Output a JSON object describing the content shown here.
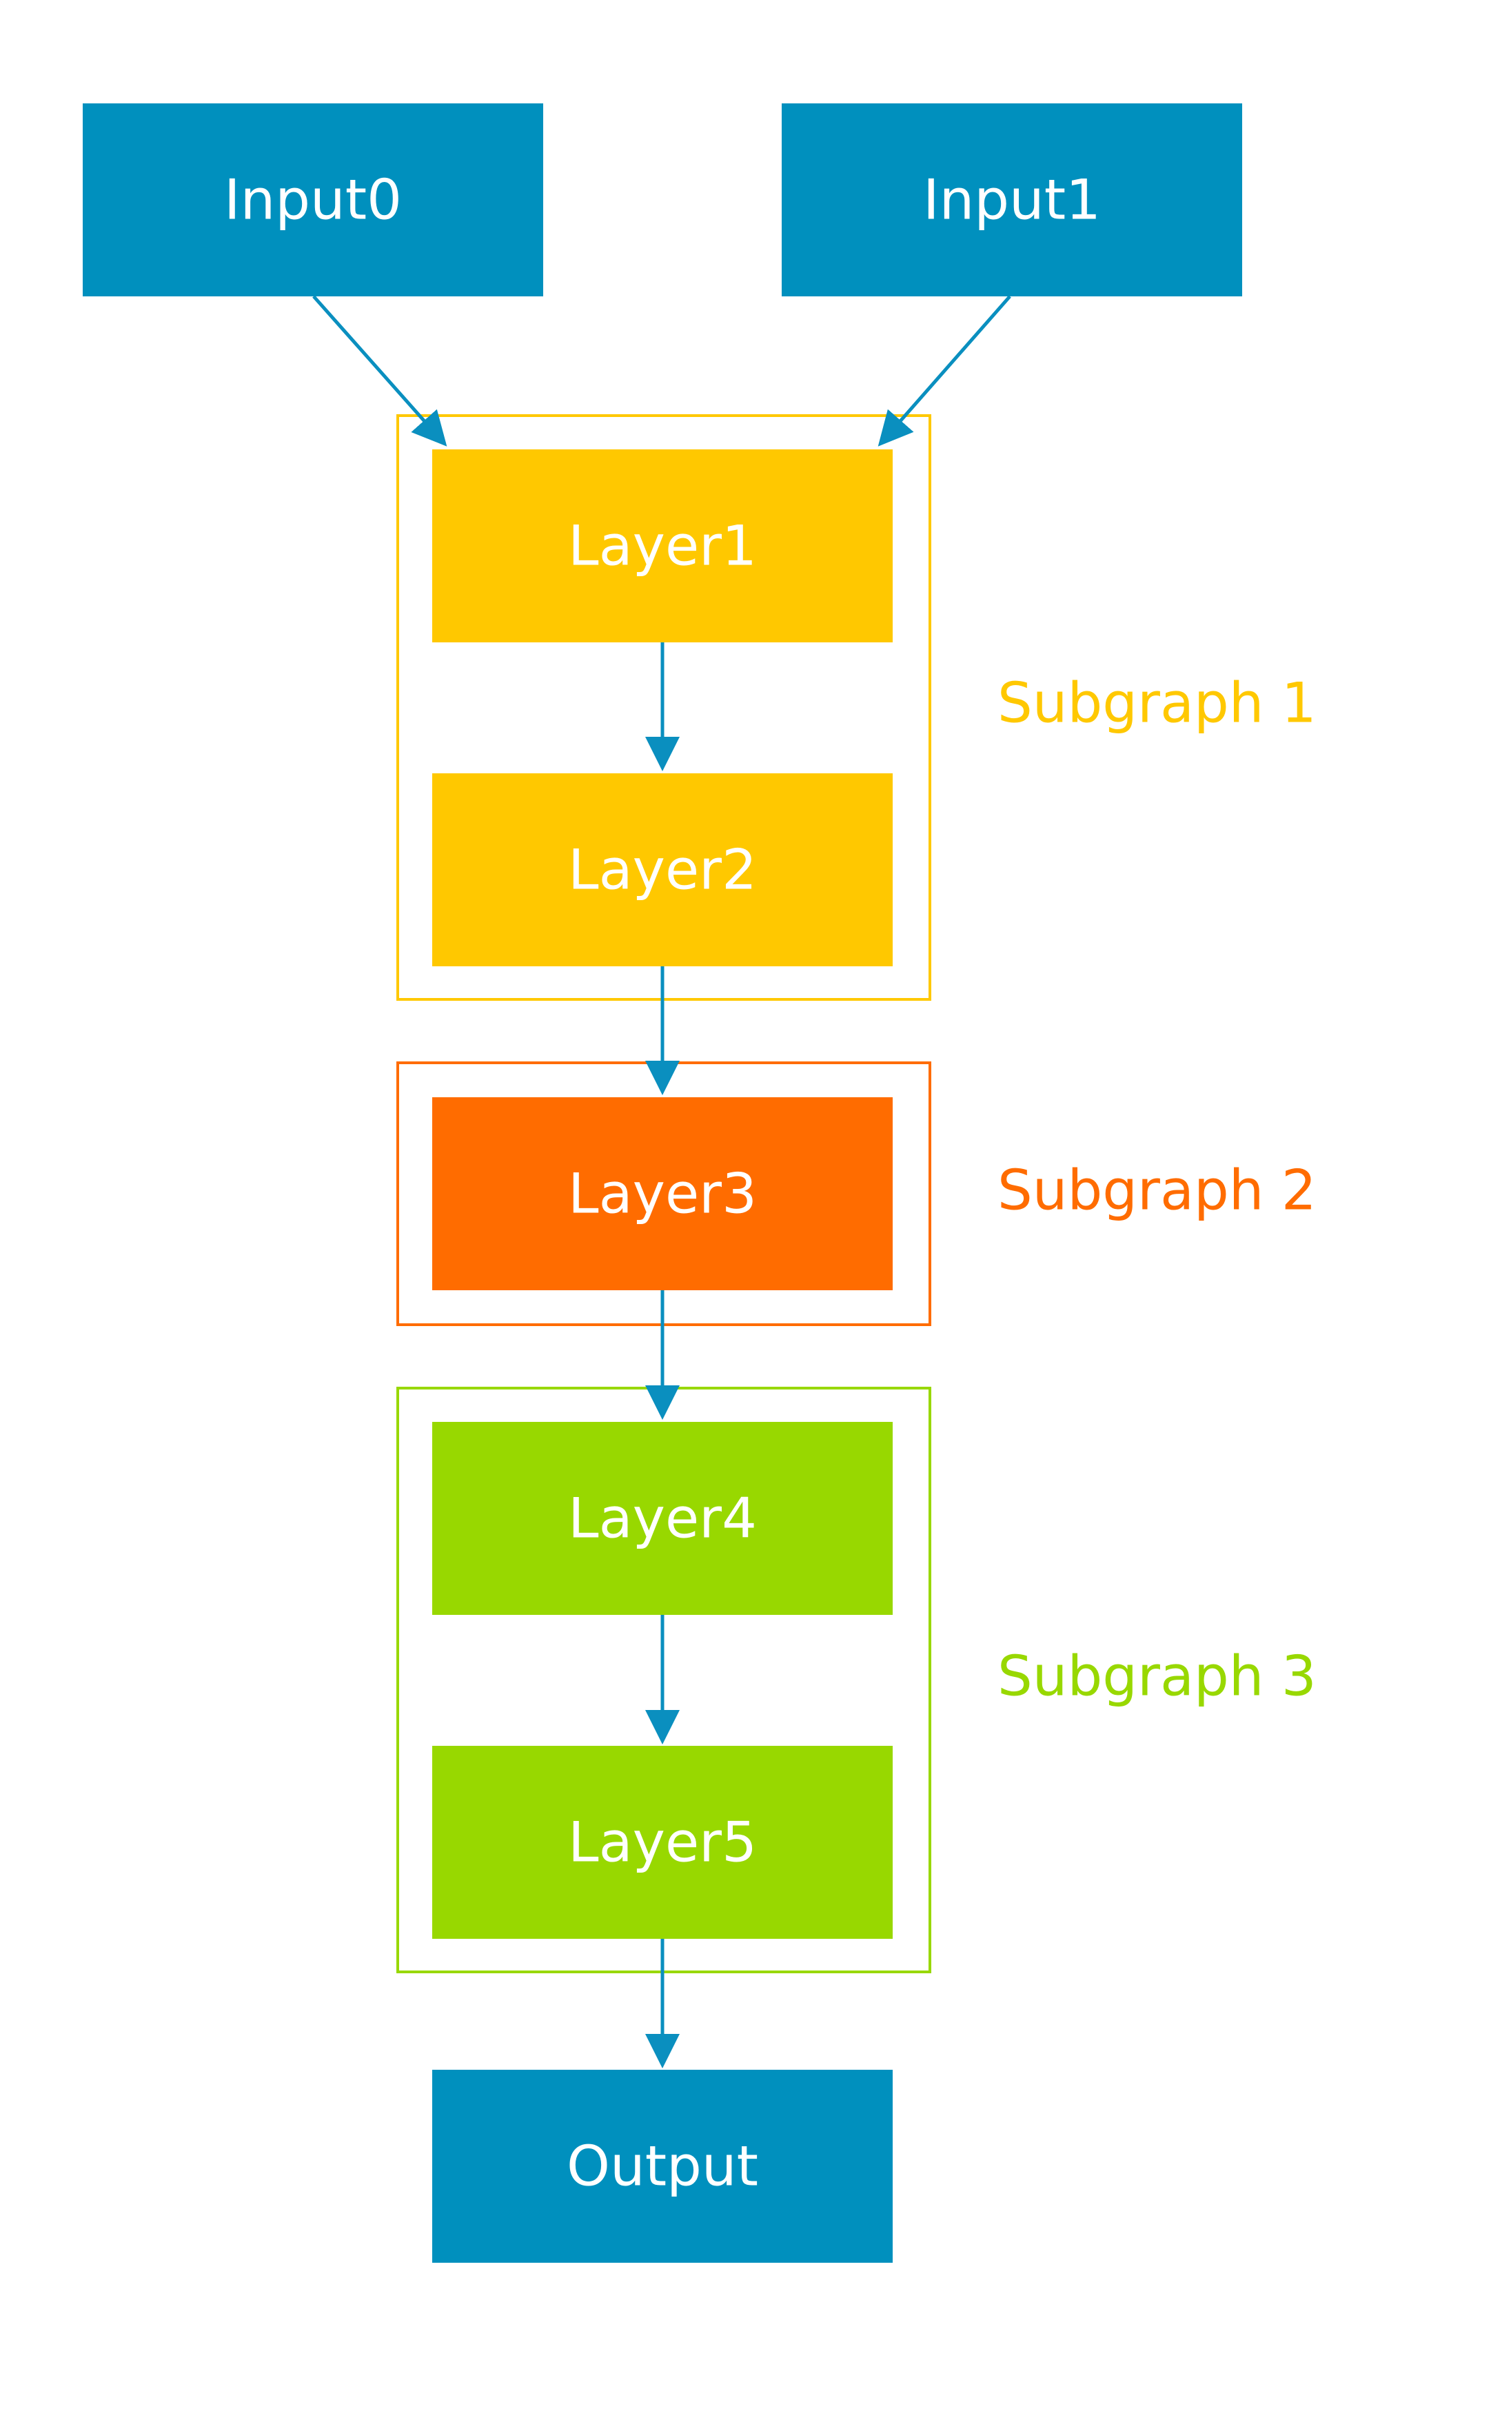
{
  "colors": {
    "io": "#0090be",
    "subgraph1": "#ffc800",
    "subgraph2": "#ff6c00",
    "subgraph3": "#98d800",
    "edge": "#0a8fbf",
    "background": "#ffffff",
    "text": "#ffffff"
  },
  "nodes": {
    "input0": "Input0",
    "input1": "Input1",
    "layer1": "Layer1",
    "layer2": "Layer2",
    "layer3": "Layer3",
    "layer4": "Layer4",
    "layer5": "Layer5",
    "output": "Output"
  },
  "subgraphs": {
    "subgraph1": "Subgraph 1",
    "subgraph2": "Subgraph 2",
    "subgraph3": "Subgraph 3"
  },
  "edges": [
    {
      "from": "input0",
      "to": "layer1"
    },
    {
      "from": "input1",
      "to": "layer1"
    },
    {
      "from": "layer1",
      "to": "layer2"
    },
    {
      "from": "layer2",
      "to": "layer3"
    },
    {
      "from": "layer3",
      "to": "layer4"
    },
    {
      "from": "layer4",
      "to": "layer5"
    },
    {
      "from": "layer5",
      "to": "output"
    }
  ]
}
